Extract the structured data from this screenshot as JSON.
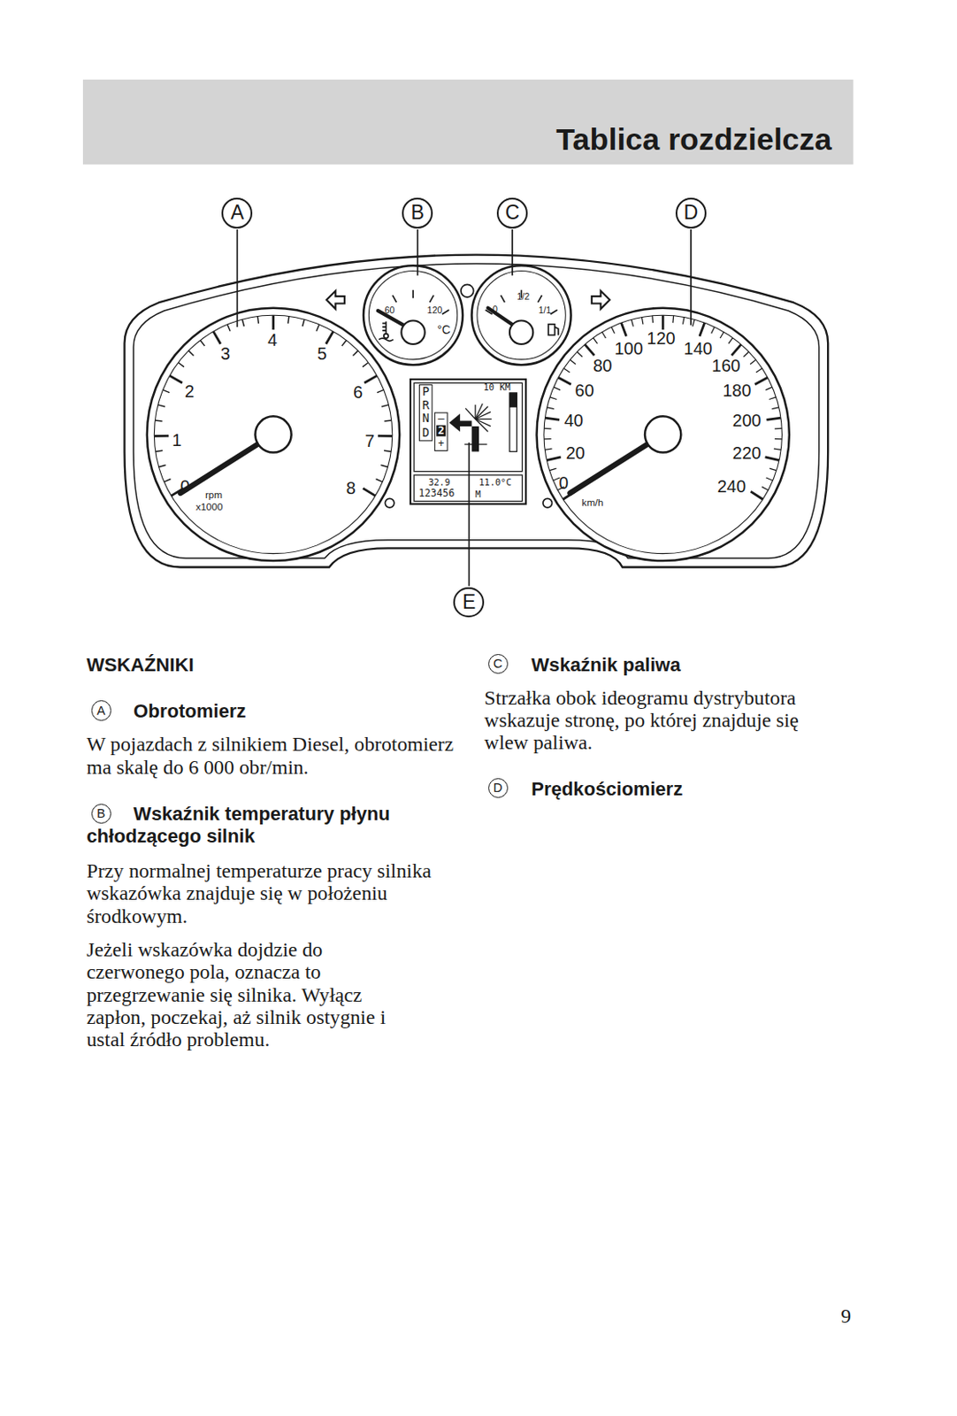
{
  "diagram": {
    "title": "Tablica rozdzielcza",
    "nodes": [
      {
        "text": [
          "A"
        ]
      },
      {
        "text": [
          "B"
        ]
      },
      {
        "text": [
          "C"
        ]
      },
      {
        "text": [
          "D"
        ]
      },
      {
        "text": [
          "E"
        ]
      },
      {
        "text": [
          "A"
        ]
      },
      {
        "text": [
          "B"
        ]
      },
      {
        "text": [
          "C"
        ]
      },
      {
        "text": [
          "D"
        ]
      }
    ],
    "labels": [
      "0",
      "1",
      "2",
      "3",
      "4",
      "5",
      "6",
      "7",
      "8",
      "rpm",
      "x1000",
      "60",
      "120",
      "°C",
      "0",
      "1/2",
      "1/1",
      "0",
      "20",
      "40",
      "60",
      "80",
      "100",
      "120",
      "140",
      "160",
      "180",
      "200",
      "220",
      "240",
      "km/h",
      "P",
      "R",
      "N",
      "D",
      "–",
      "2",
      "+",
      "10 KM",
      "32.9",
      "11.0°C",
      "123456",
      "M",
      "WSKAŹNIKI",
      "Obrotomierz",
      "W pojazdach z silnikiem Diesel, obrotomierz ma skalę do 6 000 obr/min.",
      "Wskaźnik temperatury płynu chłodzącego silnik",
      "Przy normalnej temperaturze pracy silnika wskazówka znajduje się w położeniu środkowym.",
      "Jeżeli wskazówka dojdzie do czerwonego pola, oznacza to przegrzewanie się silnika. Wyłącz zapłon, poczekaj, aż silnik ostygnie i ustal źródło problemu.",
      "Wskaźnik paliwa",
      "Strzałka obok ideogramu dystrybutora wskazuje stronę, po której znajduje się wlew paliwa.",
      "Prędkościomierz",
      "9"
    ]
  }
}
